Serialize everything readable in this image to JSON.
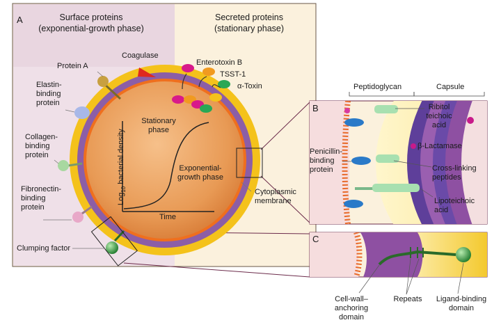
{
  "panels": {
    "a": "A",
    "b": "B",
    "c": "C"
  },
  "headers": {
    "surface_title": "Surface proteins",
    "surface_sub": "(exponential-growth phase)",
    "secreted_title": "Secreted proteins",
    "secreted_sub": "(stationary phase)"
  },
  "surface_labels": {
    "protein_a": "Protein A",
    "coagulase": "Coagulase",
    "elastin": "Elastin-\nbinding\nprotein",
    "collagen": "Collagen-\nbinding\nprotein",
    "fibronectin": "Fibronectin-\nbinding\nprotein",
    "clumping": "Clumping factor"
  },
  "secreted_labels": {
    "enterotoxin": "Enterotoxin B",
    "tsst": "TSST-1",
    "alpha_toxin": "α-Toxin"
  },
  "graph": {
    "ylabel": "Log10 bacterial density",
    "ylabel_main": "Log",
    "ylabel_sub": "10",
    "ylabel_rest": " bacterial density",
    "xlabel": "Time",
    "stationary": "Stationary\nphase",
    "exponential": "Exponential-\ngrowth phase"
  },
  "wall_labels": {
    "cytoplasmic": "Cytoplasmic\nmembrane",
    "peptidoglycan": "Peptidoglycan",
    "capsule": "Capsule",
    "ribitol": "Ribitol\nteichoic\nacid",
    "beta_lactamase": "β-Lactamase",
    "penicillin": "Penicillin-\nbinding\nprotein",
    "crosslinking": "Cross-linking\npeptides",
    "lipoteichoic": "Lipoteichoic\nacid"
  },
  "adhesin_labels": {
    "anchoring": "Cell-wall–\nanchoring\ndomain",
    "repeats": "Repeats",
    "ligand": "Ligand-binding\ndomain"
  },
  "colors": {
    "surface_bg": "#f1e3ea",
    "secreted_bg": "#fbf1dd",
    "capsule": "#f6c21c",
    "peptidoglycan": "#8a5aa0",
    "membrane": "#ef7a26",
    "cytoplasm": "#e99a57"
  }
}
